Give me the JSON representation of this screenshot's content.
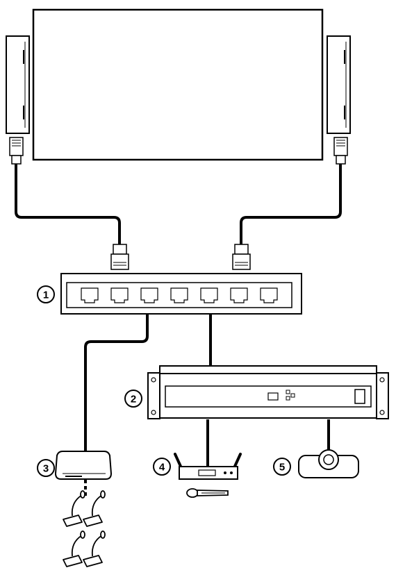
{
  "diagram": {
    "callouts": [
      {
        "number": "1",
        "component": "network-switch"
      },
      {
        "number": "2",
        "component": "rack-unit"
      },
      {
        "number": "3",
        "component": "conference-unit-hub"
      },
      {
        "number": "4",
        "component": "wireless-receiver"
      },
      {
        "number": "5",
        "component": "ptz-camera"
      }
    ],
    "colors": {
      "line": "#000000",
      "fill": "#ffffff",
      "panel_shade": "#e8e8e8"
    }
  }
}
